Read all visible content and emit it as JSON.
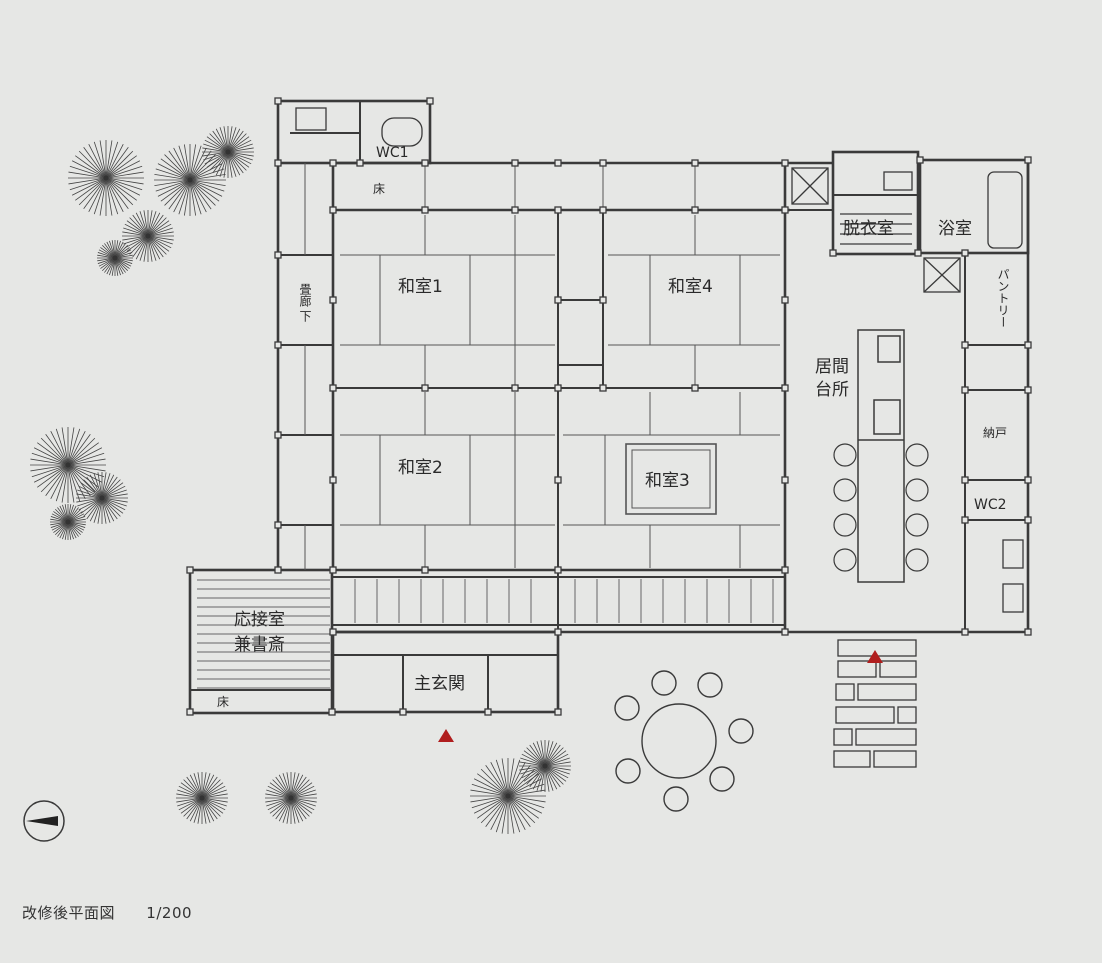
{
  "rooms": {
    "washitsu1": "和室1",
    "washitsu2": "和室2",
    "washitsu3": "和室3",
    "washitsu4": "和室4",
    "wc1": "WC1",
    "wc2": "WC2",
    "datsuishitsu": "脱衣室",
    "yokushitsu": "浴室",
    "pantry": "パントリー",
    "ima": "居間",
    "daidokoro": "台所",
    "nando": "納戸",
    "tatami_roka_1": "畳廊",
    "tatami_roka_2": "下",
    "toko_top": "床",
    "toko_bottom": "床",
    "osetsu_1": "応接室",
    "osetsu_2": "兼書斎",
    "genkan": "主玄関"
  },
  "caption": {
    "title": "改修後平面図",
    "scale": "1/200"
  },
  "colors": {
    "background": "#e6e7e5",
    "line": "#3a3a3a",
    "entrance_marker": "#b01e1e"
  }
}
